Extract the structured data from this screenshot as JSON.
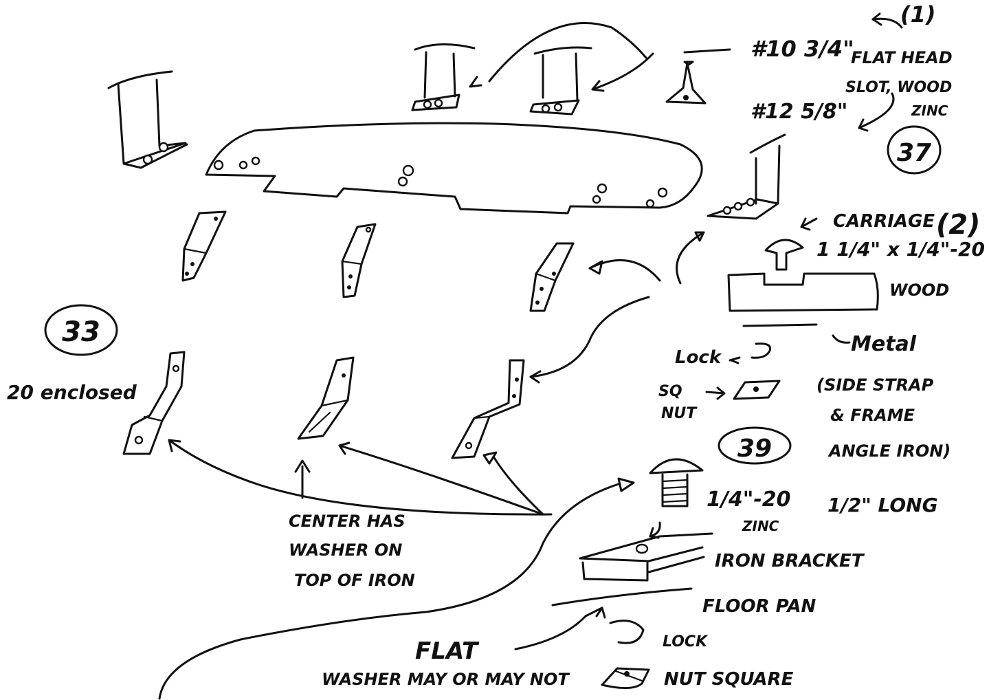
{
  "labels": {
    "callout_1": "(1)",
    "screw_10_size": "#10 3/4\"",
    "flat_head": "FLAT HEAD",
    "slot_wood": "SLOT, WOOD",
    "screw_12_size": "#12 5/8\"",
    "zinc_top": "ZINC",
    "callout_37": "37",
    "carriage": "CARRIAGE",
    "callout_2": "(2)",
    "carriage_size": "1 1/4\" x 1/4\"-20",
    "wood": "WOOD",
    "metal": "Metal",
    "lock_top": "Lock",
    "sq_nut_1": "SQ",
    "sq_nut_2": "NUT",
    "side_strap_1": "(SIDE STRAP",
    "side_strap_2": "& FRAME",
    "side_strap_3": "ANGLE IRON)",
    "callout_33": "33",
    "enclosed": "20 enclosed",
    "callout_39": "39",
    "bolt_size": "1/4\"-20",
    "half_long": "1/2\" LONG",
    "zinc_bolt": "ZINC",
    "center_1": "CENTER HAS",
    "center_2": "WASHER ON",
    "center_3": "TOP OF IRON",
    "iron_bracket": "IRON BRACKET",
    "floor_pan": "FLOOR PAN",
    "flat": "FLAT",
    "washer_may": "WASHER MAY OR MAY NOT",
    "lock_bottom": "LOCK",
    "nut_square": "NUT SQUARE"
  },
  "colors": {
    "ink": "#111111",
    "paper": "#ffffff"
  }
}
